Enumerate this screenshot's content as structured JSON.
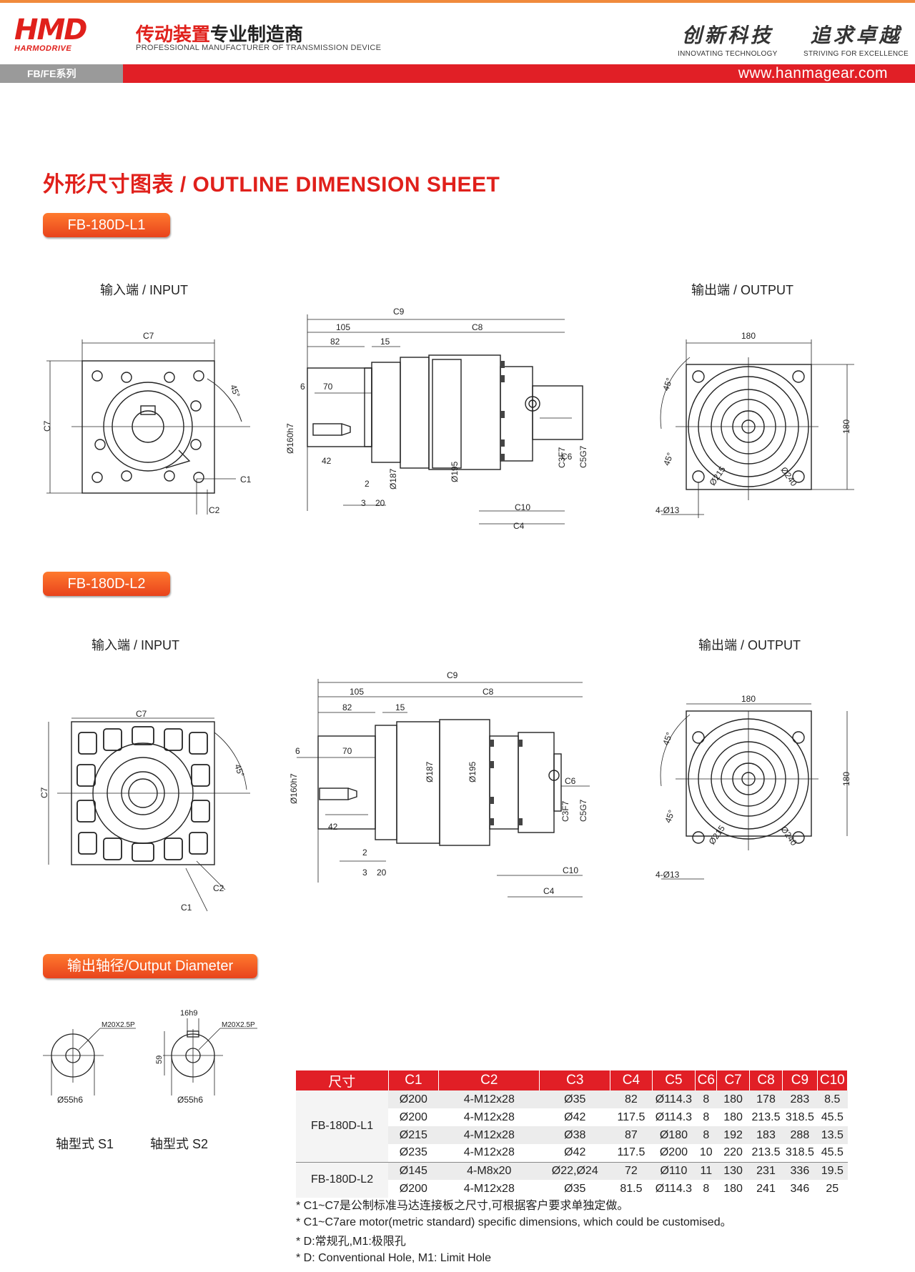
{
  "header": {
    "logo_text": "HMD",
    "logo_sub": "HARMODRIVE",
    "tagline_cn_a": "传动装置",
    "tagline_cn_b": "专业制造商",
    "tagline_en": "PROFESSIONAL MANUFACTURER OF TRANSMISSION DEVICE",
    "slogan1_cn": "创新科技",
    "slogan1_en": "INNOVATING TECHNOLOGY",
    "slogan2_cn": "追求卓越",
    "slogan2_en": "STRIVING FOR EXCELLENCE",
    "series_tab": "FB/FE系列",
    "website": "www.hanmagear.com"
  },
  "section_title": "外形尺寸图表 / OUTLINE DIMENSION SHEET",
  "models": [
    {
      "name": "FB-180D-L1",
      "input_label": "输入端 / INPUT",
      "output_label": "输出端 / OUTPUT"
    },
    {
      "name": "FB-180D-L2",
      "input_label": "输入端 / INPUT",
      "output_label": "输出端 / OUTPUT"
    }
  ],
  "dims": {
    "c1": "C1",
    "c2": "C2",
    "c3f7": "C3F7",
    "c4": "C4",
    "c5g7": "C5G7",
    "c6": "C6",
    "c7": "C7",
    "c8": "C8",
    "c9": "C9",
    "c10": "C10",
    "angle": "45°",
    "d105": "105",
    "d82": "82",
    "d15": "15",
    "d6": "6",
    "d70": "70",
    "d42": "42",
    "d2": "2",
    "d3": "3",
    "d20": "20",
    "phi160": "Ø160h7",
    "phi187": "Ø187",
    "phi195": "Ø195",
    "d180": "180",
    "phi215": "Ø215",
    "phi240": "Ø240",
    "holes": "4-Ø13"
  },
  "output_diameter": {
    "title": "输出轴径/Output Diameter",
    "thread": "M20X2.5P",
    "shaft_dia": "Ø55h6",
    "key_width": "16h9",
    "key_height": "59",
    "s1": "轴型式 S1",
    "s2": "轴型式 S2"
  },
  "table": {
    "headers": [
      "尺寸",
      "C1",
      "C2",
      "C3",
      "C4",
      "C5",
      "C6",
      "C7",
      "C8",
      "C9",
      "C10"
    ],
    "groups": [
      {
        "model": "FB-180D-L1",
        "rows": [
          [
            "Ø200",
            "4-M12x28",
            "Ø35",
            "82",
            "Ø114.3",
            "8",
            "180",
            "178",
            "283",
            "8.5"
          ],
          [
            "Ø200",
            "4-M12x28",
            "Ø42",
            "117.5",
            "Ø114.3",
            "8",
            "180",
            "213.5",
            "318.5",
            "45.5"
          ],
          [
            "Ø215",
            "4-M12x28",
            "Ø38",
            "87",
            "Ø180",
            "8",
            "192",
            "183",
            "288",
            "13.5"
          ],
          [
            "Ø235",
            "4-M12x28",
            "Ø42",
            "117.5",
            "Ø200",
            "10",
            "220",
            "213.5",
            "318.5",
            "45.5"
          ]
        ]
      },
      {
        "model": "FB-180D-L2",
        "rows": [
          [
            "Ø145",
            "4-M8x20",
            "Ø22,Ø24",
            "72",
            "Ø110",
            "11",
            "130",
            "231",
            "336",
            "19.5"
          ],
          [
            "Ø200",
            "4-M12x28",
            "Ø35",
            "81.5",
            "Ø114.3",
            "8",
            "180",
            "241",
            "346",
            "25"
          ]
        ]
      }
    ]
  },
  "notes": [
    "* C1~C7是公制标准马达连接板之尺寸,可根据客户要求单独定做。",
    "* C1~C7are motor(metric standard)  specific dimensions, which could be customised。",
    "* D:常规孔,M1:极限孔",
    "* D: Conventional Hole, M1: Limit Hole"
  ]
}
